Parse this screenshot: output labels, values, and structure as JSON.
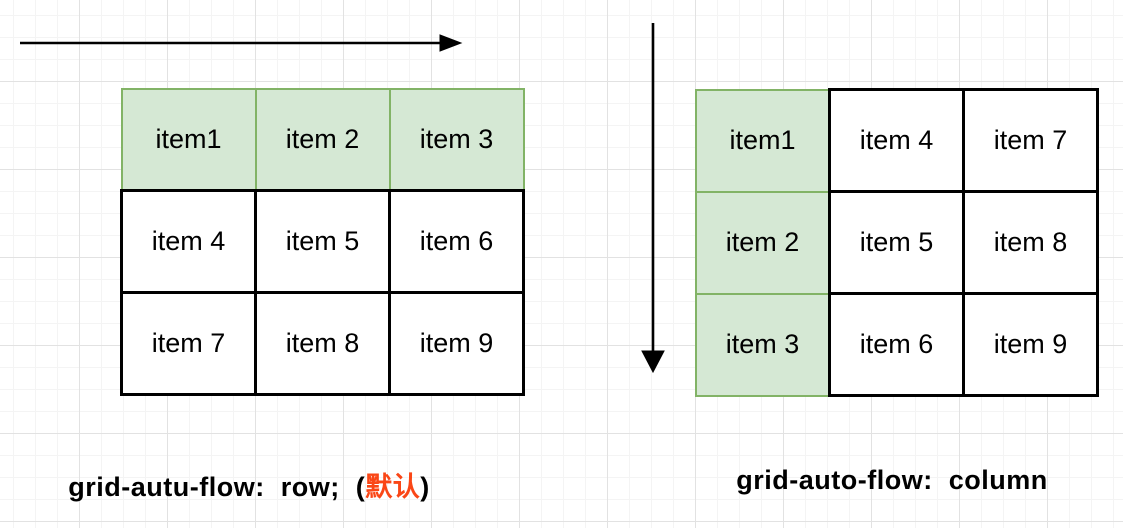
{
  "colors": {
    "highlight_fill": "#d5e8d4",
    "highlight_stroke": "#82b366",
    "cell_stroke": "#000000",
    "text": "#000000",
    "caption_accent": "#fa4616",
    "canvas_minor_grid": "#f4f4f4",
    "canvas_major_grid": "#e2e2e2"
  },
  "left_figure": {
    "flow_direction": "right",
    "highlighted": "first-row",
    "cells": [
      [
        "item1",
        "item 2",
        "item 3"
      ],
      [
        "item 4",
        "item 5",
        "item 6"
      ],
      [
        "item 7",
        "item 8",
        "item 9"
      ]
    ],
    "caption": {
      "pre": "grid-autu-flow:  row;  (",
      "highlight": "默认",
      "post": ")"
    }
  },
  "right_figure": {
    "flow_direction": "down",
    "highlighted": "first-column",
    "cells": [
      [
        "item1",
        "item 4",
        "item 7"
      ],
      [
        "item 2",
        "item 5",
        "item 8"
      ],
      [
        "item 3",
        "item 6",
        "item 9"
      ]
    ],
    "caption": {
      "text": "grid-auto-flow:  column"
    }
  }
}
